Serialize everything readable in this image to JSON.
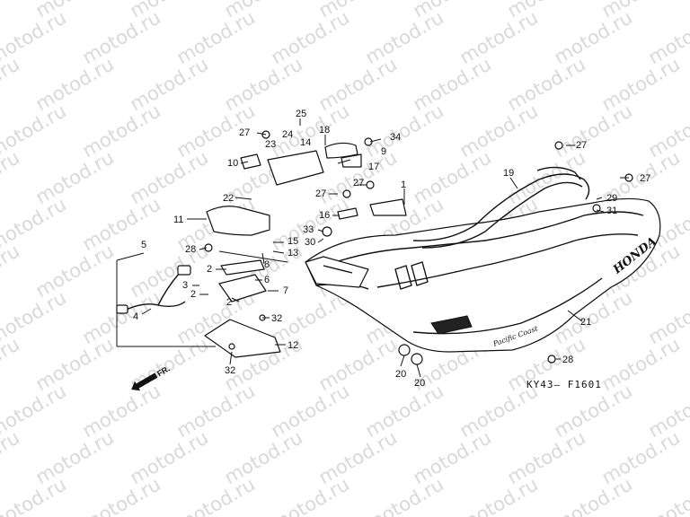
{
  "watermark": {
    "text": "motod.ru"
  },
  "callouts": [
    {
      "id": "c25",
      "label": "25"
    },
    {
      "id": "c24",
      "label": "24"
    },
    {
      "id": "c18",
      "label": "18"
    },
    {
      "id": "c27a",
      "label": "27"
    },
    {
      "id": "c23",
      "label": "23"
    },
    {
      "id": "c14",
      "label": "14"
    },
    {
      "id": "c34",
      "label": "34"
    },
    {
      "id": "c9",
      "label": "9"
    },
    {
      "id": "c10",
      "label": "10"
    },
    {
      "id": "c17",
      "label": "17"
    },
    {
      "id": "c27b",
      "label": "27"
    },
    {
      "id": "c19",
      "label": "19"
    },
    {
      "id": "c27c",
      "label": "27"
    },
    {
      "id": "c27d",
      "label": "27"
    },
    {
      "id": "c27e",
      "label": "27"
    },
    {
      "id": "c1",
      "label": "1"
    },
    {
      "id": "c29",
      "label": "29"
    },
    {
      "id": "c22",
      "label": "22"
    },
    {
      "id": "c31",
      "label": "31"
    },
    {
      "id": "c16",
      "label": "16"
    },
    {
      "id": "c11",
      "label": "11"
    },
    {
      "id": "c33",
      "label": "33"
    },
    {
      "id": "c15",
      "label": "15"
    },
    {
      "id": "c30",
      "label": "30"
    },
    {
      "id": "c5",
      "label": "5"
    },
    {
      "id": "c28a",
      "label": "28"
    },
    {
      "id": "c13",
      "label": "13"
    },
    {
      "id": "c8",
      "label": "8"
    },
    {
      "id": "c2a",
      "label": "2"
    },
    {
      "id": "c6",
      "label": "6"
    },
    {
      "id": "c3",
      "label": "3"
    },
    {
      "id": "c7",
      "label": "7"
    },
    {
      "id": "c2b",
      "label": "2"
    },
    {
      "id": "c2c",
      "label": "2"
    },
    {
      "id": "c4",
      "label": "4"
    },
    {
      "id": "c32a",
      "label": "32"
    },
    {
      "id": "c21",
      "label": "21"
    },
    {
      "id": "c12",
      "label": "12"
    },
    {
      "id": "c28b",
      "label": "28"
    },
    {
      "id": "c32b",
      "label": "32"
    },
    {
      "id": "c20a",
      "label": "20"
    },
    {
      "id": "c20b",
      "label": "20"
    }
  ],
  "front_indicator": "FR.",
  "diagram_code": "KY43— F1601",
  "brand_mark": "HONDA",
  "model_mark": "Pacific Coast"
}
